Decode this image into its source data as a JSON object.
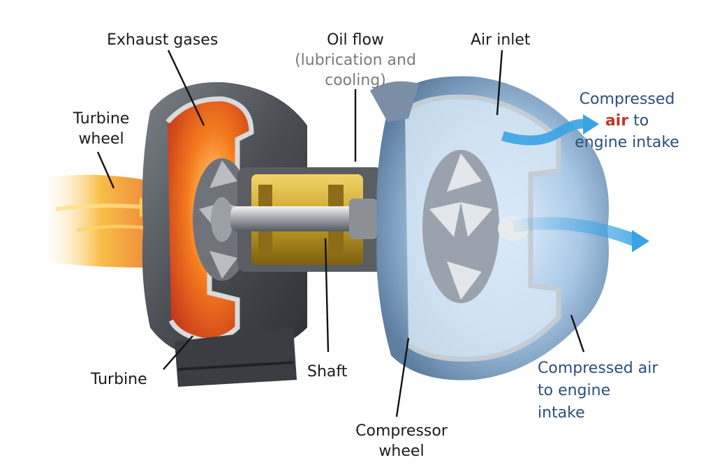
{
  "labels": {
    "exhaust_gases": "Exhaust gases",
    "oil_flow": [
      "Oil flow",
      "(lubrication and",
      "cooling)"
    ],
    "air_inlet": "Air inlet",
    "compressed_air_top": [
      "Compressed",
      "air",
      "to",
      "engine intake"
    ],
    "turbine_wheel": [
      "Turbine",
      "wheel"
    ],
    "turbine": "Turbine",
    "shaft": "Shaft",
    "compressed_air_bottom": [
      "Compressed air",
      "to engine",
      "intake"
    ],
    "compressor_wheel": [
      "Compressor",
      "wheel"
    ]
  },
  "colors": {
    "exhaust_hot": "#f39c12",
    "exhaust_core": "#e74c3c",
    "intake_air": "#3aa3e3",
    "housing_grey": "#5f6369",
    "compressor_housing": "#8aa6c1",
    "brass": "#c9a227",
    "accent_red": "#c0392b",
    "label_blue": "#2b4f7a"
  }
}
